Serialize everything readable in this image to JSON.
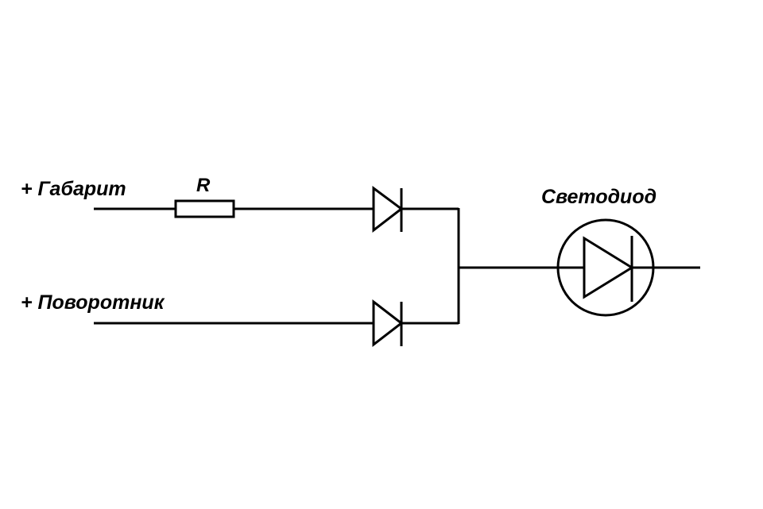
{
  "labels": {
    "input_top": "+ Габарит",
    "input_bottom": "+ Поворотник",
    "resistor": "R",
    "led": "Светодиод"
  },
  "colors": {
    "stroke": "#000000",
    "background": "#ffffff"
  }
}
